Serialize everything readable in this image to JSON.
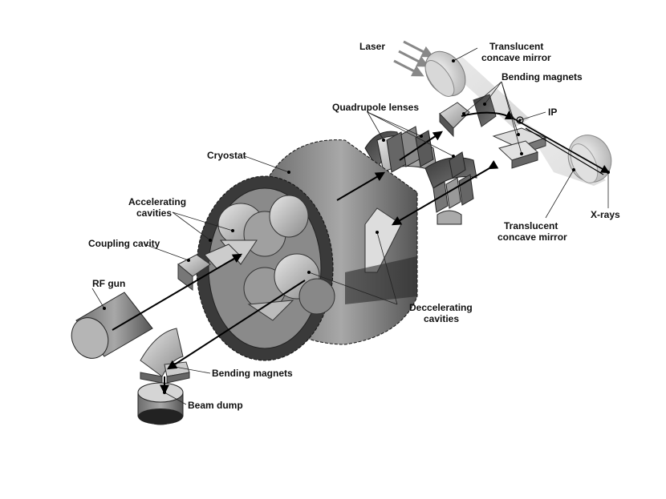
{
  "labels": {
    "laser": "Laser",
    "mirror_top_1": "Translucent",
    "mirror_top_2": "concave mirror",
    "bending_top": "Bending magnets",
    "ip": "IP",
    "quadrupole": "Quadrupole lenses",
    "cryostat": "Cryostat",
    "accelerating_1": "Accelerating",
    "accelerating_2": "cavities",
    "coupling": "Coupling cavity",
    "rf_gun": "RF gun",
    "x_rays": "X-rays",
    "mirror_bottom_1": "Translucent",
    "mirror_bottom_2": "concave mirror",
    "decelerating_1": "Deccelerating",
    "decelerating_2": "cavities",
    "bending_bottom": "Bending magnets",
    "beam_dump": "Beam dump"
  }
}
